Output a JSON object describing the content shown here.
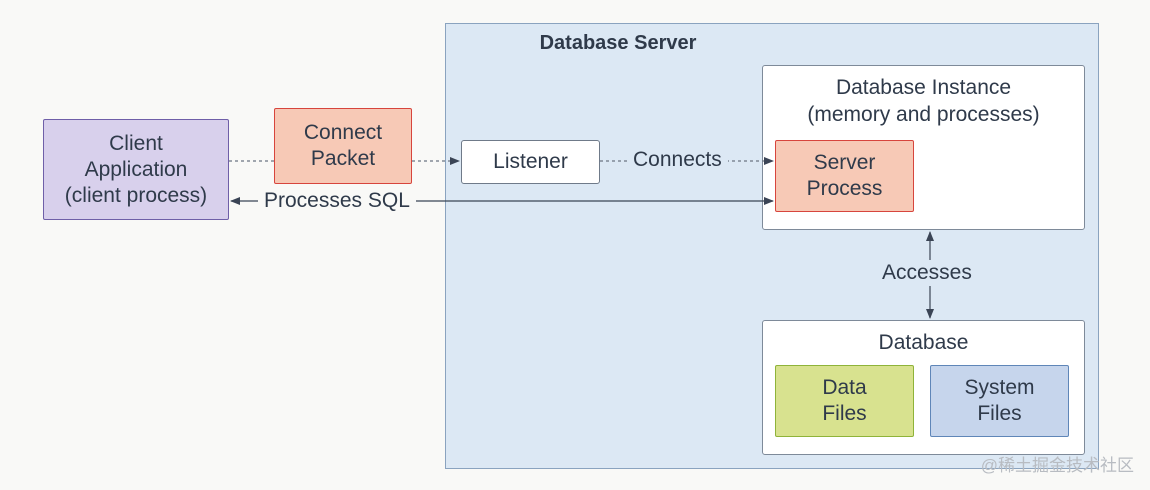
{
  "server": {
    "title": "Database Server"
  },
  "client": {
    "lines": [
      "Client",
      "Application",
      "(client process)"
    ]
  },
  "packet": {
    "lines": [
      "Connect",
      "Packet"
    ]
  },
  "listener": {
    "label": "Listener"
  },
  "instance": {
    "lines": [
      "Database Instance",
      "(memory and processes)"
    ]
  },
  "server_process": {
    "lines": [
      "Server",
      "Process"
    ]
  },
  "database": {
    "title": "Database",
    "data_files": [
      "Data",
      "Files"
    ],
    "system_files": [
      "System",
      "Files"
    ]
  },
  "edges": {
    "connects": "Connects",
    "processes_sql": "Processes SQL",
    "accesses": "Accesses"
  },
  "watermark": "@稀土掘金技术社区",
  "colors": {
    "client_fill": "#d8d0ec",
    "packet_fill": "#f7c9b6",
    "server_region": "#dce8f4",
    "data_files_fill": "#d8e28f",
    "system_files_fill": "#c6d5ec"
  }
}
